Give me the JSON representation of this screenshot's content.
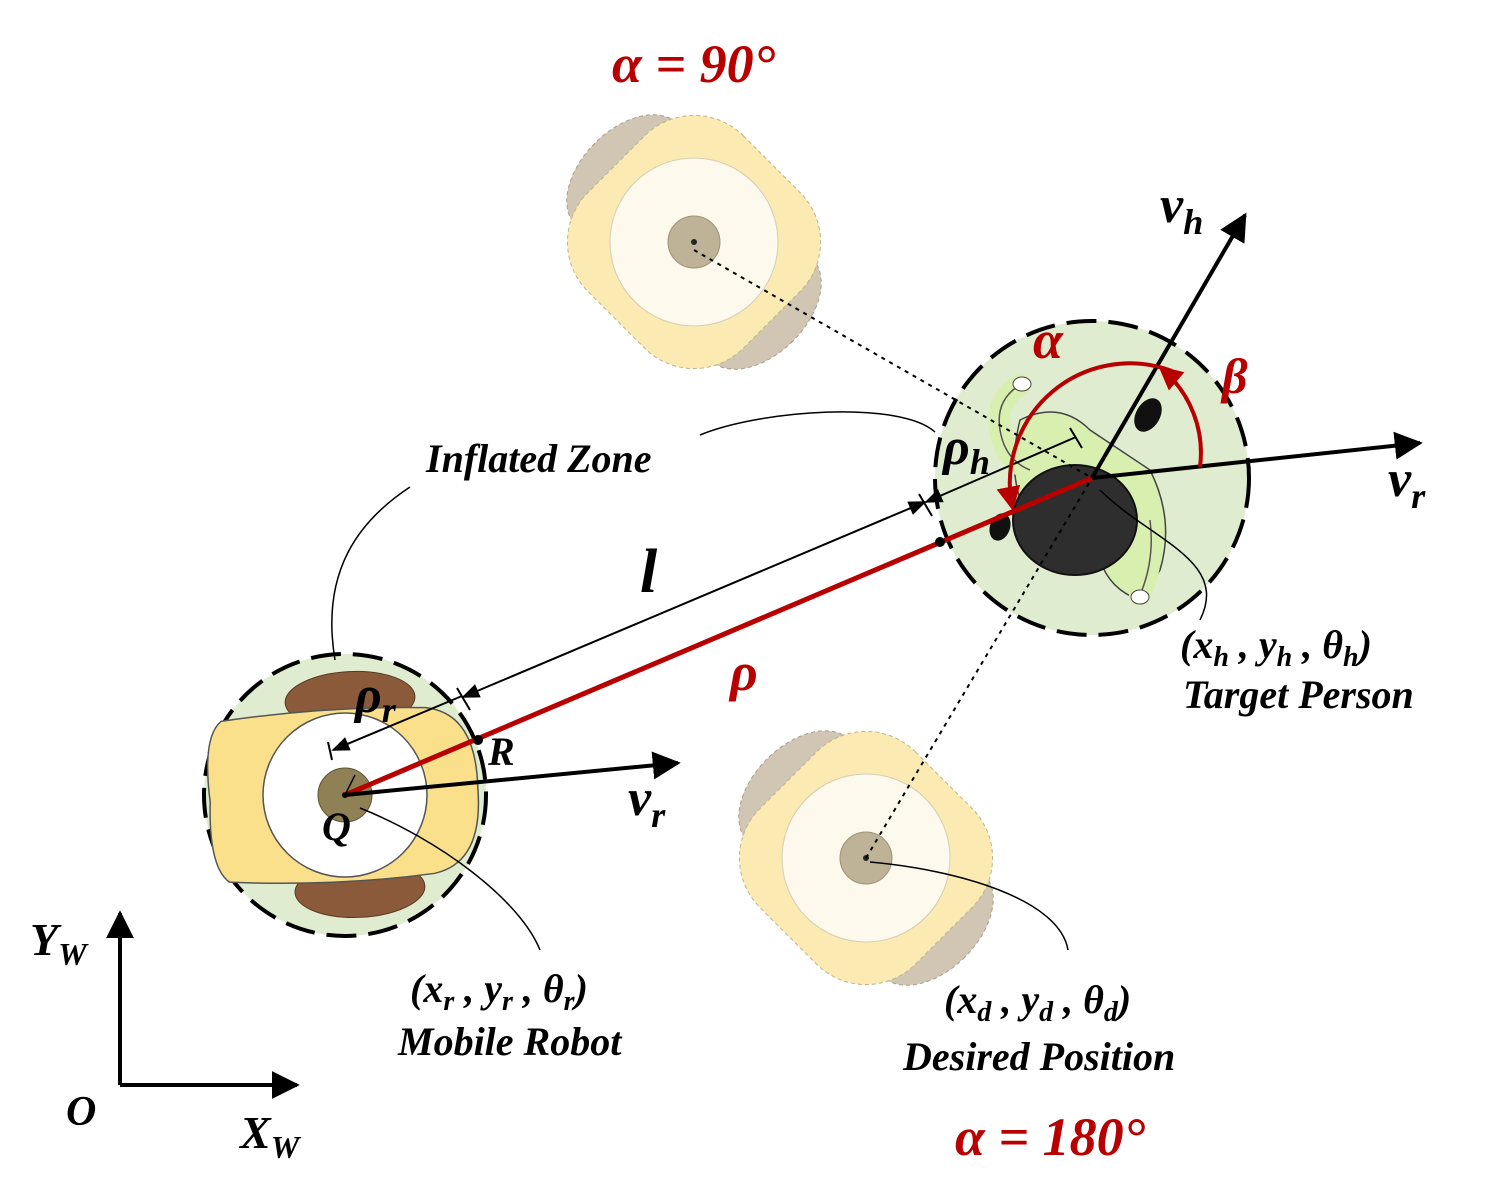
{
  "colors": {
    "accent_red": "#b80000",
    "zone_green": "#dfeccf",
    "robot_yellow": "#fbe08c",
    "robot_brown": "#8a5a3a",
    "ghost_yellow": "#fbe7a4",
    "ghost_gray": "#c9bba6",
    "person_dark": "#2e2e2e",
    "person_shirt": "#d9efb0"
  },
  "labels": {
    "inflated_zone": "Inflated Zone",
    "length": "l",
    "rho": "ρ",
    "rho_r": "ρ",
    "rho_r_sub": "r",
    "rho_h": "ρ",
    "rho_h_sub": "h",
    "R": "R",
    "Q": "Q",
    "v_h": "v",
    "v_h_sub": "h",
    "v_r_top": "v",
    "v_r_top_sub": "r",
    "v_r_bottom": "v",
    "v_r_bottom_sub": "r",
    "alpha": "α",
    "beta": "β",
    "alpha_90": "α = 90°",
    "alpha_180": "α = 180°",
    "axis_y": "Y",
    "axis_y_sub": "W",
    "axis_x": "X",
    "axis_x_sub": "W",
    "origin": "O"
  },
  "robot": {
    "coord_prefix": "(x",
    "coord_x_sub": "r",
    "coord_mid1": " , y",
    "coord_y_sub": "r",
    "coord_mid2": " , θ",
    "coord_t_sub": "r",
    "coord_suffix": ")",
    "name": "Mobile Robot"
  },
  "person": {
    "coord_prefix": "(x",
    "coord_x_sub": "h",
    "coord_mid1": " , y",
    "coord_y_sub": "h",
    "coord_mid2": " , θ",
    "coord_t_sub": "h",
    "coord_suffix": ")",
    "name": "Target Person"
  },
  "desired": {
    "coord_prefix": "(x",
    "coord_x_sub": "d",
    "coord_mid1": " , y",
    "coord_y_sub": "d",
    "coord_mid2": " , θ",
    "coord_t_sub": "d",
    "coord_suffix": ")",
    "name": "Desired Position"
  }
}
